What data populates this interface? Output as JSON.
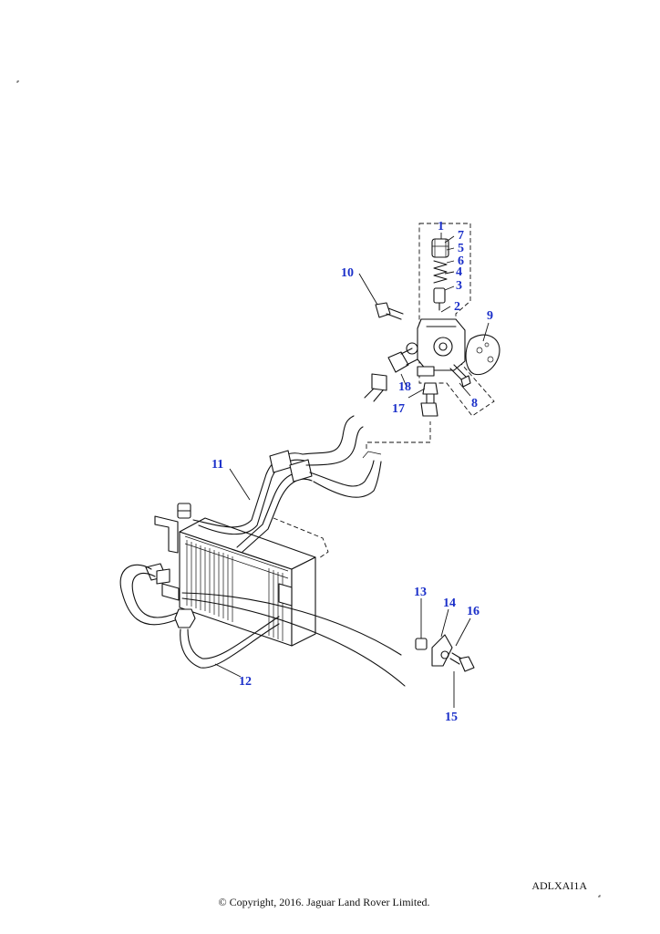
{
  "diagram": {
    "callouts": [
      "1",
      "2",
      "3",
      "4",
      "5",
      "6",
      "7",
      "8",
      "9",
      "10",
      "11",
      "12",
      "13",
      "14",
      "15",
      "16",
      "17",
      "18"
    ]
  },
  "footer": {
    "reference_code": "ADLXAI1A",
    "copyright": "© Copyright, 2016. Jaguar Land Rover Limited."
  }
}
